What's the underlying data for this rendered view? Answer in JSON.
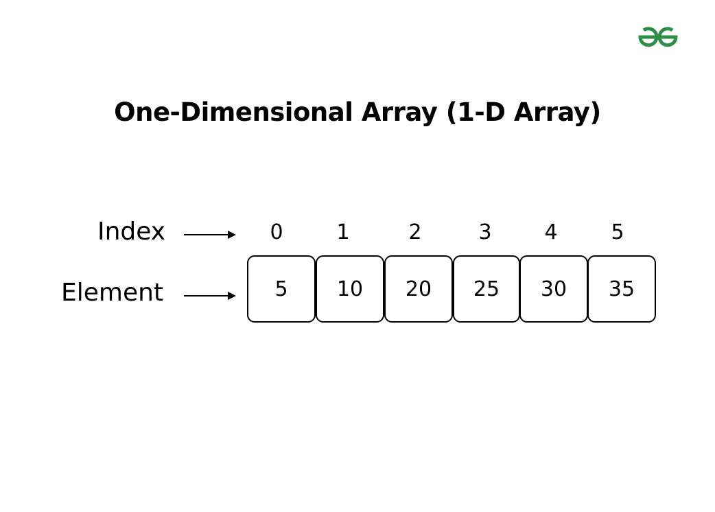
{
  "title": "One-Dimensional Array (1-D Array)",
  "logo": {
    "icon": "geeksforgeeks-logo-icon",
    "color": "#2f8d46"
  },
  "labels": {
    "index": "Index",
    "element": "Element"
  },
  "indices": [
    "0",
    "1",
    "2",
    "3",
    "4",
    "5"
  ],
  "elements": [
    "5",
    "10",
    "20",
    "25",
    "30",
    "35"
  ]
}
